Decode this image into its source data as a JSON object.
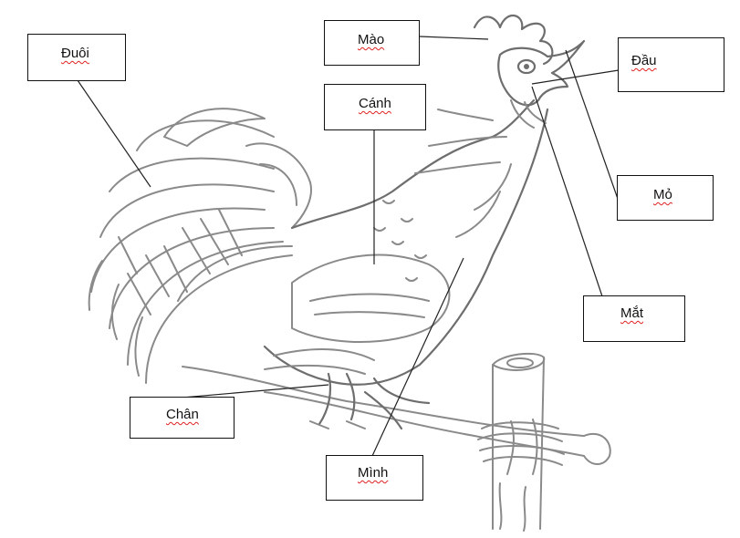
{
  "labels": {
    "tail": "Đuôi",
    "comb": "Mào",
    "head": "Đầu",
    "wing": "Cánh",
    "beak": "Mỏ",
    "eye": "Mắt",
    "leg": "Chân",
    "body": "Mình"
  }
}
